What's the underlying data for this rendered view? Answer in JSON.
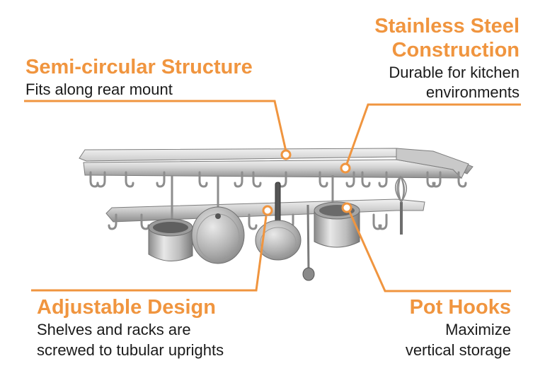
{
  "colors": {
    "accent": "#F0953F",
    "text": "#1b1b1b",
    "steel_light": "#e6e6e6",
    "steel_mid": "#b9b9b9",
    "steel_dark": "#7c7c7c"
  },
  "callouts": {
    "semi_circular": {
      "title": "Semi-circular Structure",
      "description": "Fits along rear mount"
    },
    "stainless": {
      "title_line1": "Stainless Steel",
      "title_line2": "Construction",
      "description_line1": "Durable for kitchen",
      "description_line2": "environments"
    },
    "adjustable": {
      "title": "Adjustable Design",
      "description_line1": "Shelves and racks are",
      "description_line2": "screwed to tubular uprights"
    },
    "pot_hooks": {
      "title": "Pot Hooks",
      "description_line1": "Maximize",
      "description_line2": "vertical storage"
    }
  },
  "illustration": {
    "subject": "pot-rack-with-hanging-cookware"
  }
}
